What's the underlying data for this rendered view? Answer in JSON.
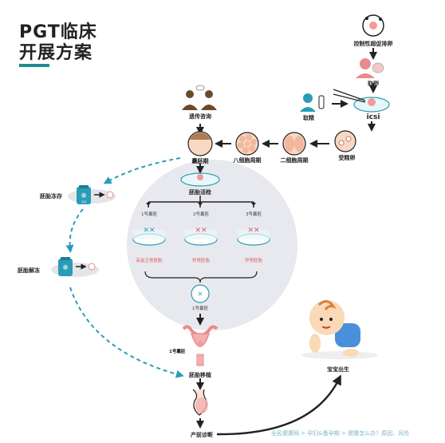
{
  "title": {
    "line1": "PGT临床",
    "line2": "开展方案"
  },
  "accent_color": "#1e8c93",
  "steps": {
    "ovarian_stimulation": "控制性超促排卵",
    "egg_retrieval": "取卵",
    "sperm_retrieval": "取精",
    "icsi": "icsi",
    "genetic_counseling": "遗传咨询",
    "fertilized_egg": "受精卵",
    "two_cell": "二细胞周期",
    "eight_cell": "八细胞周期",
    "blastocyst": "囊胚期",
    "embryo_biopsy": "胚胎活检",
    "embryo_freeze": "胚胎冻存",
    "embryo_thaw": "胚胎解冻",
    "embryo_transfer": "胚胎移植",
    "prenatal_diagnosis": "产前诊断",
    "baby_born": "宝宝出生"
  },
  "embryos": [
    {
      "label": "1号囊胚",
      "result": "高金正常胚胎"
    },
    {
      "label": "2号囊胚",
      "result": "异常胚胎"
    },
    {
      "label": "3号囊胚",
      "result": "异常胚胎"
    }
  ],
  "selected_embryo": "1号囊胚",
  "uterus_embryo": "1号囊胚",
  "storage_tag": "冷冻",
  "watermark": "全民健康网 > 孕妇&备孕期 > 健康怎么办？原因、风险"
}
